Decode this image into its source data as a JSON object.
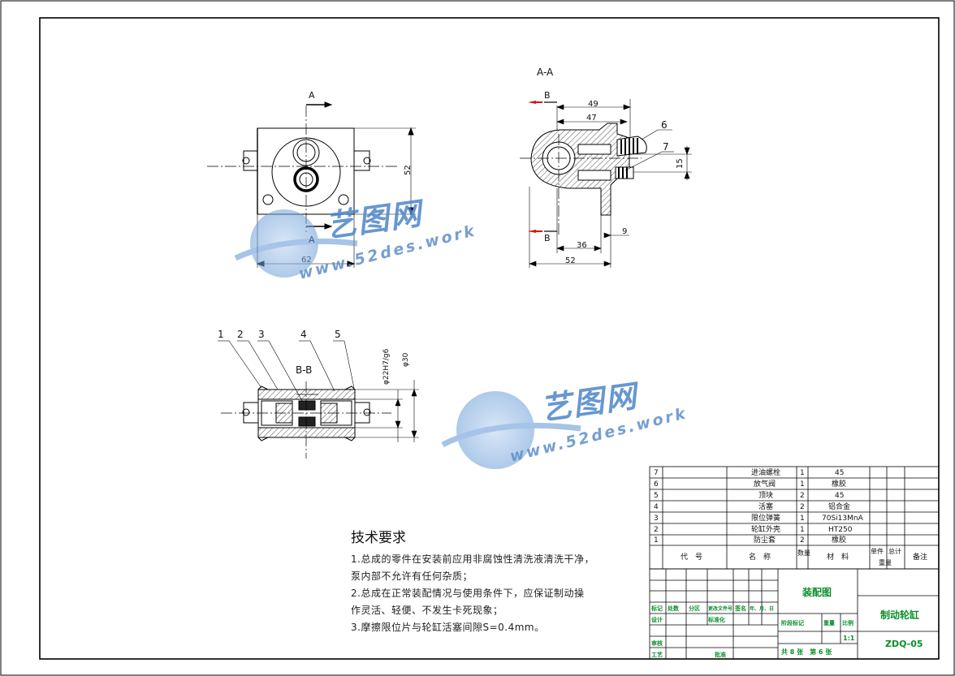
{
  "drawing": {
    "section_aa_title": "A-A",
    "section_bb_title": "B-B",
    "cut_a_label": "A",
    "cut_b_label": "B",
    "front_dims": {
      "height": "52",
      "width": "62"
    },
    "section_aa_dims": {
      "d49": "49",
      "d47": "47",
      "d36": "36",
      "d52": "52",
      "d9": "9",
      "d15": "15"
    },
    "section_bb_dims": {
      "fit": "φ22H7/g6",
      "dia": "φ30"
    },
    "balloons": [
      "1",
      "2",
      "3",
      "4",
      "5",
      "6",
      "7"
    ]
  },
  "watermark": {
    "brand": "艺图网",
    "url": "www.52des.work"
  },
  "tech_requirements": {
    "title": "技术要求",
    "lines": [
      "1.总成的零件在安装前应用非腐蚀性清洗液清洗干净，",
      "泵内部不允许有任何杂质；",
      "2.总成在正常装配情况与使用条件下，应保证制动操",
      "作灵活、轻便、不发生卡死现象；",
      "3.摩擦限位片与轮缸活塞间隙S=0.4mm。"
    ]
  },
  "bom": {
    "rows": [
      {
        "no": "7",
        "name": "进油螺栓",
        "qty": "1",
        "material": "45"
      },
      {
        "no": "6",
        "name": "放气阀",
        "qty": "1",
        "material": "橡胶"
      },
      {
        "no": "5",
        "name": "顶块",
        "qty": "2",
        "material": "45"
      },
      {
        "no": "4",
        "name": "活塞",
        "qty": "2",
        "material": "铝合金"
      },
      {
        "no": "3",
        "name": "限位弹簧",
        "qty": "1",
        "material": "70Si13MnA"
      },
      {
        "no": "2",
        "name": "轮缸外壳",
        "qty": "1",
        "material": "HT250"
      },
      {
        "no": "1",
        "name": "防尘套",
        "qty": "2",
        "material": "橡胶"
      }
    ],
    "headers": {
      "code": "代　号",
      "name": "名　称",
      "qty": "数量",
      "material": "材　料",
      "single": "单件",
      "total": "总计",
      "weight": "重量",
      "remark": "备注"
    }
  },
  "title_block": {
    "drawing_type": "装配图",
    "part_name": "制动轮缸",
    "drawing_no": "ZDQ-05",
    "scale": "1:1",
    "sheets": "共 8 张　第 6 张",
    "labels": [
      "标记",
      "处数",
      "分区",
      "更改文件号",
      "签名",
      "年、月、日",
      "设计",
      "标准化",
      "审核",
      "工艺",
      "批准",
      "阶段标记",
      "重量",
      "比例"
    ]
  }
}
